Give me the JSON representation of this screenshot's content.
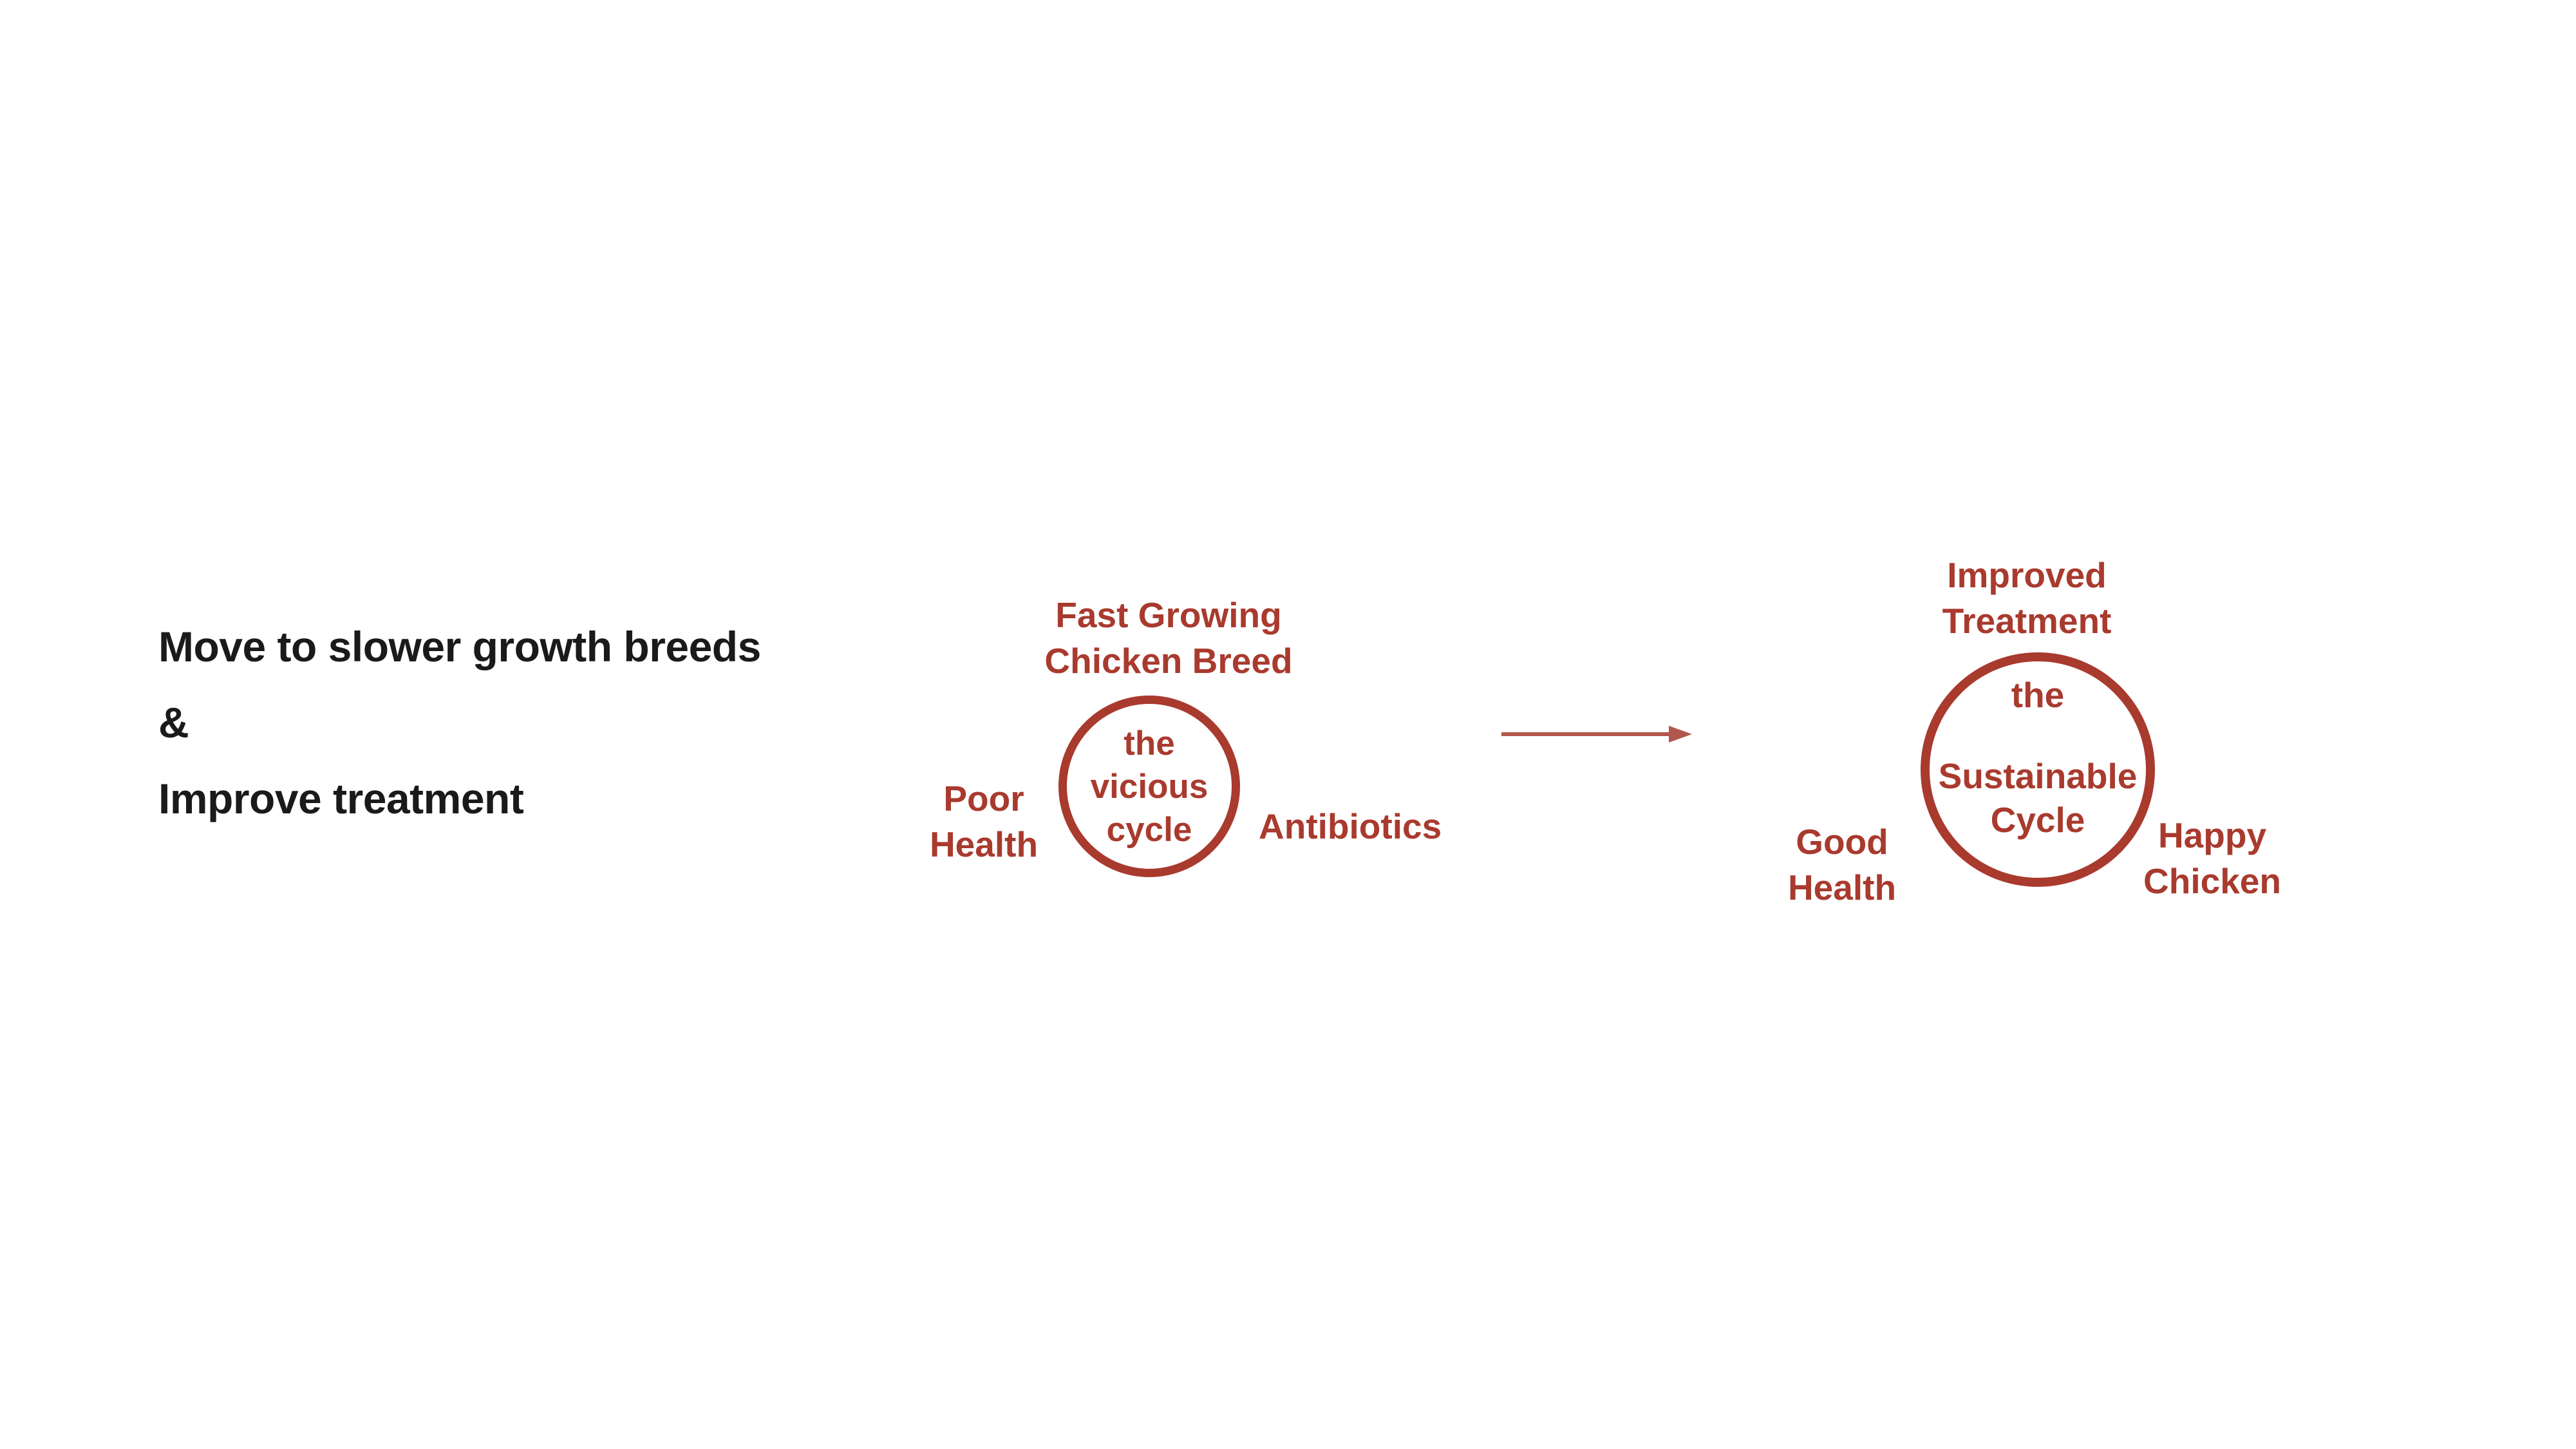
{
  "colors": {
    "accent": "#A93A2E",
    "arrow": "#B2574D",
    "text": "#1A1A1A",
    "background": "#FFFFFF"
  },
  "left_text": {
    "lines": [
      "Move to slower growth breeds",
      "&",
      "Improve treatment"
    ]
  },
  "vicious_cycle": {
    "top_label": [
      "Fast Growing",
      "Chicken Breed"
    ],
    "left_label": [
      "Poor",
      "Health"
    ],
    "right_label": "Antibiotics",
    "circle": [
      "the",
      "vicious",
      "cycle"
    ]
  },
  "sustainable_cycle": {
    "top_label": [
      "Improved",
      "Treatment"
    ],
    "left_label": [
      "Good",
      "Health"
    ],
    "right_label": [
      "Happy",
      "Chicken"
    ],
    "circle_top": "the",
    "circle_main": [
      "Sustainable",
      "Cycle"
    ]
  }
}
